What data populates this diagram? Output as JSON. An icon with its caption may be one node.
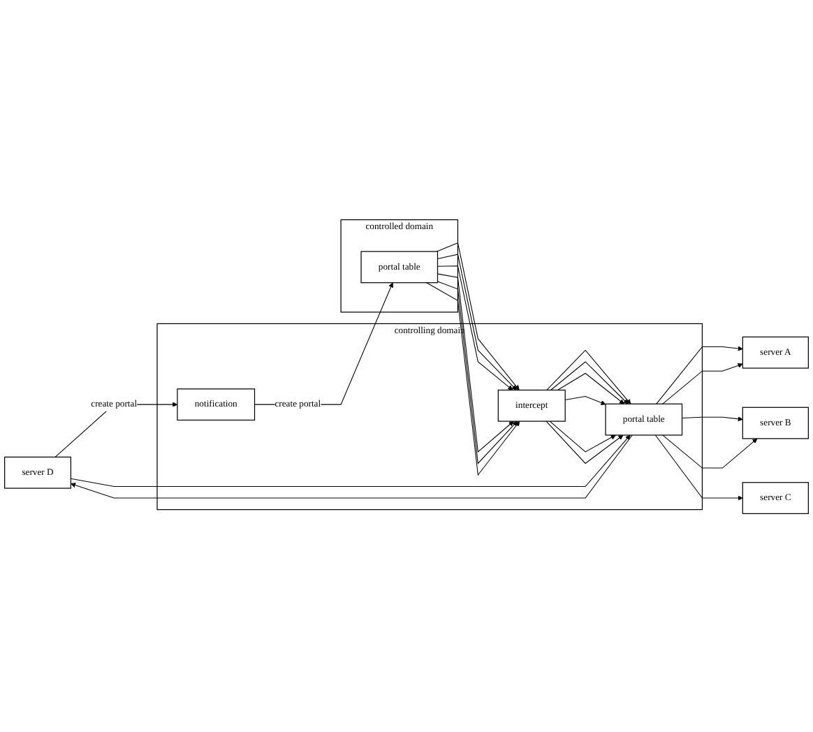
{
  "diagram": {
    "nodes": [
      {
        "text": [
          "controlled domain"
        ]
      },
      {
        "text": [
          "portal table"
        ],
        "in": 0
      },
      {
        "text": [
          "controlling domain"
        ]
      },
      {
        "text": [
          "intercept"
        ],
        "in": 2
      },
      {
        "text": [
          "portal table"
        ],
        "in": 2
      },
      {
        "text": [
          "notification"
        ],
        "in": 2
      },
      {
        "text": [
          "server A"
        ]
      },
      {
        "text": [
          "server B"
        ]
      },
      {
        "text": [
          "server C"
        ]
      },
      {
        "text": [
          "server D"
        ]
      }
    ],
    "edges": [
      {
        "from": 1,
        "to": 3,
        "arrow": "to"
      },
      {
        "from": 1,
        "to": 3,
        "arrow": "to"
      },
      {
        "from": 1,
        "to": 3,
        "arrow": "to"
      },
      {
        "from": 1,
        "to": 3,
        "arrow": "to"
      },
      {
        "from": 1,
        "to": 3,
        "arrow": "to"
      },
      {
        "from": 1,
        "to": 3,
        "arrow": "to"
      },
      {
        "from": 3,
        "to": 4,
        "arrow": "to"
      },
      {
        "from": 3,
        "to": 4,
        "arrow": "to"
      },
      {
        "from": 3,
        "to": 4,
        "arrow": "to"
      },
      {
        "from": 3,
        "to": 4,
        "arrow": "to"
      },
      {
        "from": 3,
        "to": 4,
        "arrow": "to"
      },
      {
        "from": 3,
        "to": 4,
        "arrow": "to"
      },
      {
        "from": 4,
        "to": 6,
        "arrow": "to"
      },
      {
        "from": 4,
        "to": 7,
        "arrow": "to"
      },
      {
        "from": 4,
        "to": 6,
        "arrow": "to"
      },
      {
        "from": 4,
        "to": 7,
        "arrow": "to"
      },
      {
        "from": 4,
        "to": 8,
        "arrow": "to"
      },
      {
        "from": 4,
        "to": 9,
        "arrow": "to"
      },
      {
        "from": 9,
        "to": 4,
        "arrow": "to"
      },
      {
        "from": 9,
        "to": 5,
        "arrow": "to",
        "label": "create portal"
      },
      {
        "from": 5,
        "to": 1,
        "arrow": "to",
        "label": "create portal"
      }
    ]
  }
}
